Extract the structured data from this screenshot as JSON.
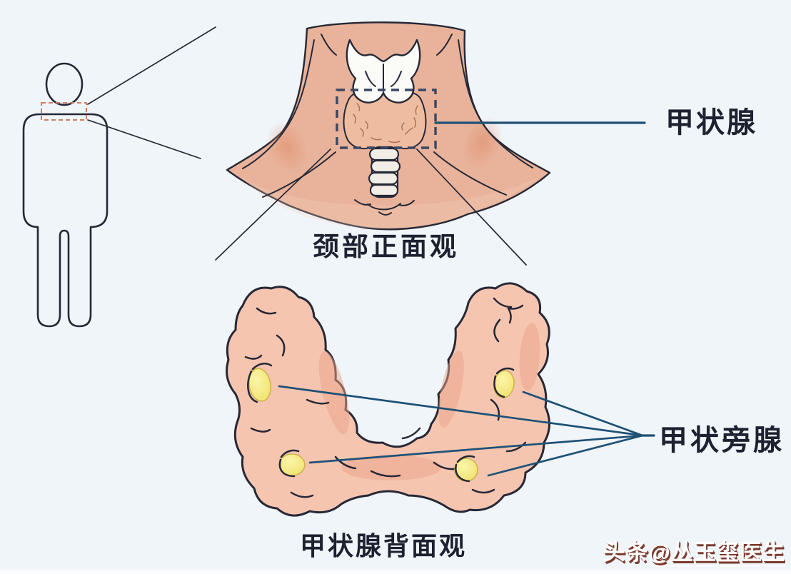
{
  "front_view": {
    "caption": "颈部正面观",
    "label": "甲状腺"
  },
  "back_view": {
    "caption": "甲状腺背面观",
    "label": "甲状旁腺",
    "parathyroid_count": 4
  },
  "watermark": {
    "platform": "头条",
    "handle": "@丛玉玺医生"
  },
  "colors": {
    "background": "#f0f5f9",
    "outline_ink": "#262837",
    "skin_front": "#e8b39a",
    "skin_back": "#f6c5b0",
    "skin_shadow": "#eaa488",
    "thyroid_front": "#eebda0",
    "larynx_dark": "#6e4c3c",
    "cartilage_white": "#fbfbf8",
    "parathyroid_yellow": "#f4e87d",
    "leader_blue": "#1d5176",
    "roi_dash_navy": "#3a4663",
    "human_dash_red": "#cd8060",
    "label_text": "#1d2130",
    "watermark_shadow": "#7c3a2c"
  }
}
